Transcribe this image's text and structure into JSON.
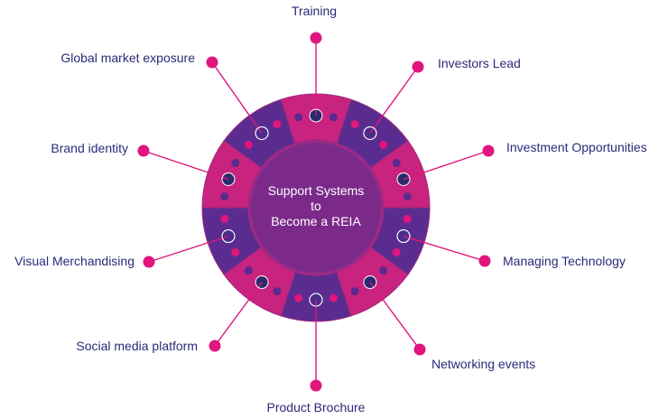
{
  "center": {
    "line1": "Support Systems",
    "line2": "to",
    "line3": "Become a REIA"
  },
  "colors": {
    "magenta": "#c8237f",
    "purple": "#5b2c8f",
    "center": "#7b2a8a",
    "dot": "#e0157e",
    "text": "#2b2a7a"
  },
  "items": [
    {
      "label": "Training"
    },
    {
      "label": "Investors Lead"
    },
    {
      "label": "Investment Opportunities"
    },
    {
      "label": "Managing Technology"
    },
    {
      "label": "Networking events"
    },
    {
      "label": "Product Brochure"
    },
    {
      "label": "Social media platform"
    },
    {
      "label": "Visual Merchandising"
    },
    {
      "label": "Brand identity"
    },
    {
      "label": "Global market exposure"
    }
  ]
}
